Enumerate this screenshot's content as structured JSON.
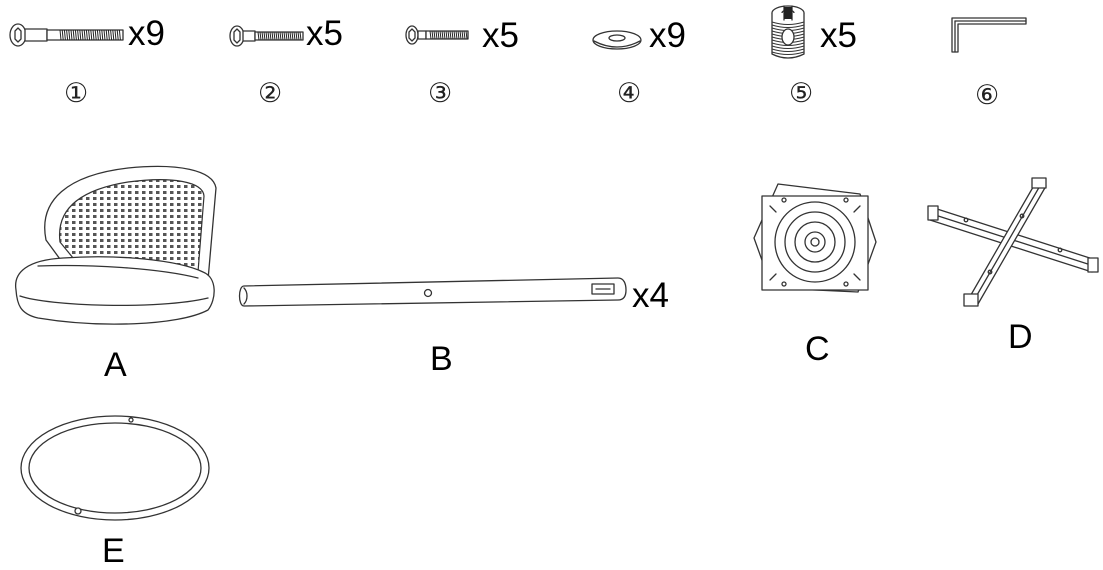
{
  "hardware": [
    {
      "id": "1",
      "number": "①",
      "quantity": "x9",
      "icon": "long-bolt-icon"
    },
    {
      "id": "2",
      "number": "②",
      "quantity": "x5",
      "icon": "medium-bolt-icon"
    },
    {
      "id": "3",
      "number": "③",
      "quantity": "x5",
      "icon": "short-bolt-icon"
    },
    {
      "id": "4",
      "number": "④",
      "quantity": "x9",
      "icon": "washer-icon"
    },
    {
      "id": "5",
      "number": "⑤",
      "quantity": "x5",
      "icon": "barrel-nut-icon"
    },
    {
      "id": "6",
      "number": "⑥",
      "quantity": "",
      "icon": "allen-key-icon"
    }
  ],
  "parts": {
    "A": {
      "label": "A",
      "icon": "seat-icon"
    },
    "B": {
      "label": "B",
      "quantity": "x4",
      "icon": "leg-tube-icon"
    },
    "C": {
      "label": "C",
      "icon": "swivel-plate-icon"
    },
    "D": {
      "label": "D",
      "icon": "cross-base-icon"
    },
    "E": {
      "label": "E",
      "icon": "footrest-ring-icon"
    }
  }
}
